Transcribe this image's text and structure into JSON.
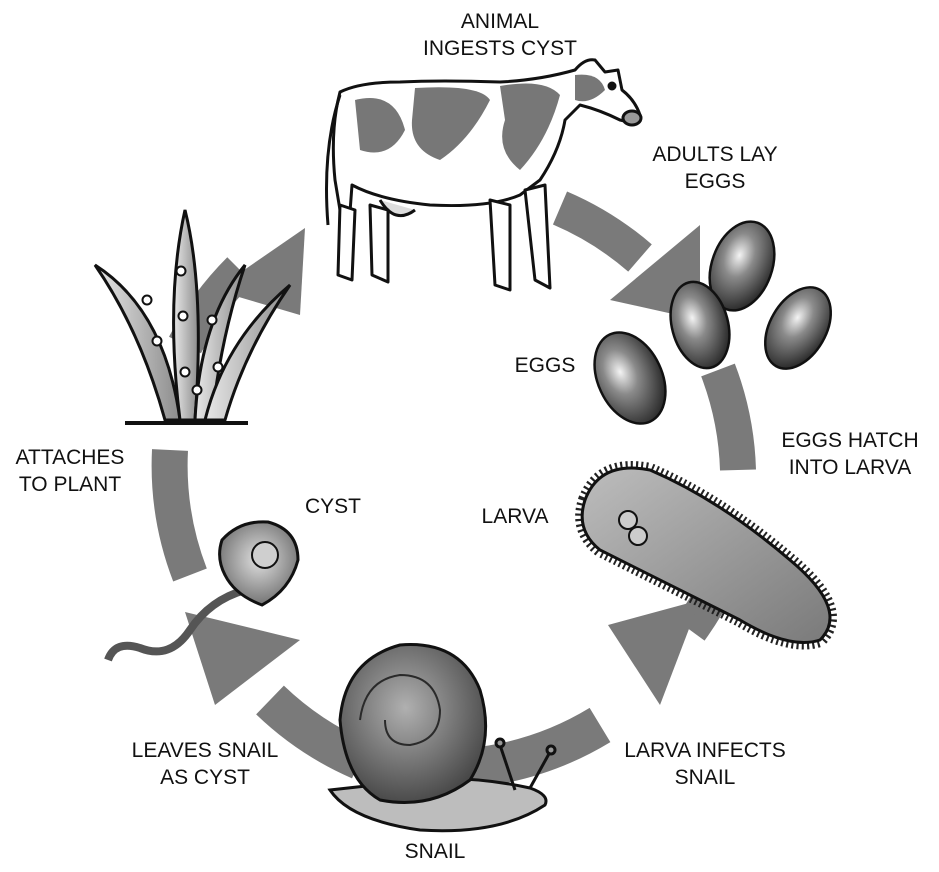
{
  "diagram": {
    "stages": {
      "animal_ingests": [
        "ANIMAL",
        "INGESTS CYST"
      ],
      "adults_lay": [
        "ADULTS LAY",
        "EGGS"
      ],
      "eggs": "EGGS",
      "eggs_hatch": [
        "EGGS HATCH",
        "INTO LARVA"
      ],
      "larva": "LARVA",
      "larva_infects": [
        "LARVA INFECTS",
        "SNAIL"
      ],
      "snail": "SNAIL",
      "leaves_snail": [
        "LEAVES SNAIL",
        "AS CYST"
      ],
      "cyst": "CYST",
      "attaches": [
        "ATTACHES",
        "TO PLANT"
      ]
    },
    "colors": {
      "arrow": "#7a7a7a",
      "background": "#ffffff",
      "ink": "#111111"
    }
  }
}
